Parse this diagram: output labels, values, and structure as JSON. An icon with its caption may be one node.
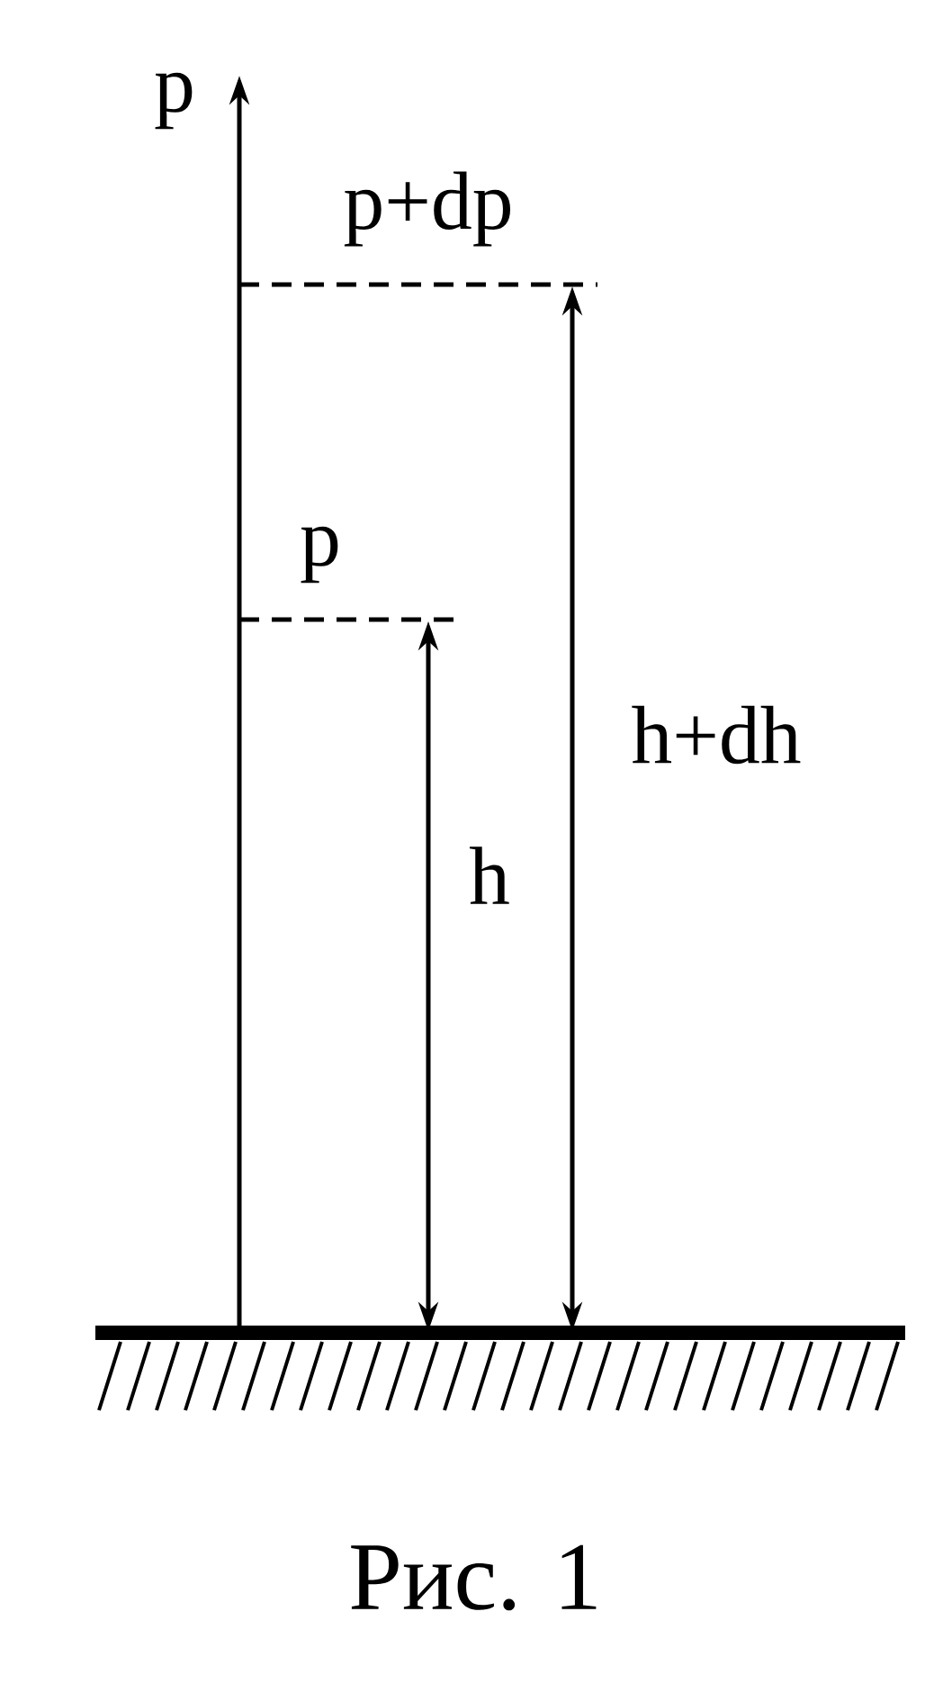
{
  "diagram": {
    "caption": "Рис. 1",
    "labels": [
      "p",
      "p+dp",
      "p",
      "h+dh",
      "h"
    ]
  }
}
